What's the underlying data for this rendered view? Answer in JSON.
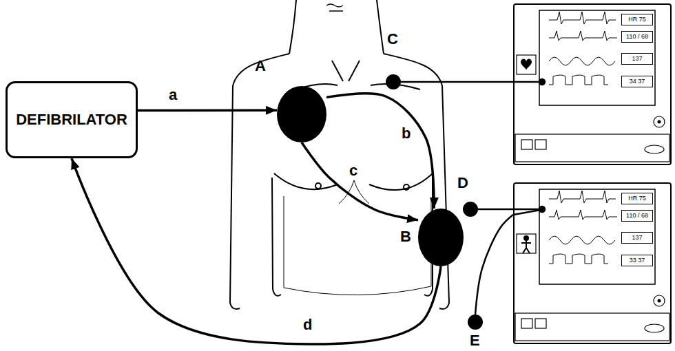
{
  "diagram": {
    "nodes": [
      {
        "text": [
          "DEFIBRILATOR"
        ]
      },
      {
        "text": [
          "A"
        ]
      },
      {
        "text": [
          "B"
        ]
      },
      {
        "text": [
          "C"
        ]
      },
      {
        "text": [
          "D"
        ]
      },
      {
        "text": [
          "E"
        ]
      },
      {
        "text": [
          "HR 75",
          "110 / 68",
          "137",
          "34 37"
        ]
      },
      {
        "text": [
          "HR 75",
          "110 / 68",
          "137",
          "33 37"
        ]
      }
    ],
    "edges": [
      {
        "from": 0,
        "to": 1,
        "label": "a",
        "arrow": "to"
      },
      {
        "from": 1,
        "to": 2,
        "label": "b",
        "arrow": "to"
      },
      {
        "from": 1,
        "to": 2,
        "label": "c",
        "arrow": "to"
      },
      {
        "from": 2,
        "to": 0,
        "label": "d",
        "arrow": "to"
      },
      {
        "from": 3,
        "to": 6,
        "arrow": "none"
      },
      {
        "from": 4,
        "to": 7,
        "arrow": "none"
      },
      {
        "from": 5,
        "to": 7,
        "arrow": "none"
      }
    ]
  }
}
